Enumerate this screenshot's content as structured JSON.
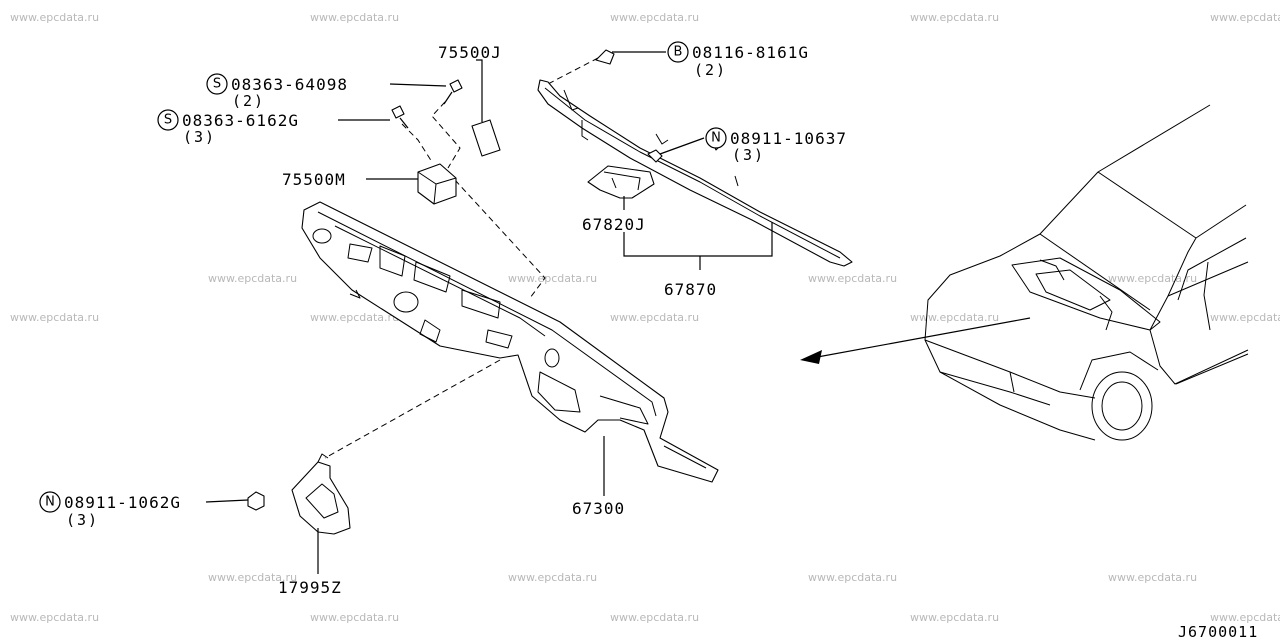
{
  "watermark": "www.epcdata.ru",
  "callouts": {
    "p75500j": {
      "number": "75500J"
    },
    "p08363_64098": {
      "symbol": "S",
      "number": "08363-64098",
      "qty": "(2)"
    },
    "p08363_6162g": {
      "symbol": "S",
      "number": "08363-6162G",
      "qty": "(3)"
    },
    "p75500m": {
      "number": "75500M"
    },
    "p08116": {
      "symbol": "B",
      "number": "08116-8161G",
      "qty": "(2)"
    },
    "p08911_10637": {
      "symbol": "N",
      "number": "08911-10637",
      "qty": "(3)"
    },
    "p67820j": {
      "number": "67820J"
    },
    "p67870": {
      "number": "67870"
    },
    "p67300": {
      "number": "67300"
    },
    "p08911_1062g": {
      "symbol": "N",
      "number": "08911-1062G",
      "qty": "(3)"
    },
    "p17995z": {
      "number": "17995Z"
    }
  },
  "diagram_code": "J6700011"
}
